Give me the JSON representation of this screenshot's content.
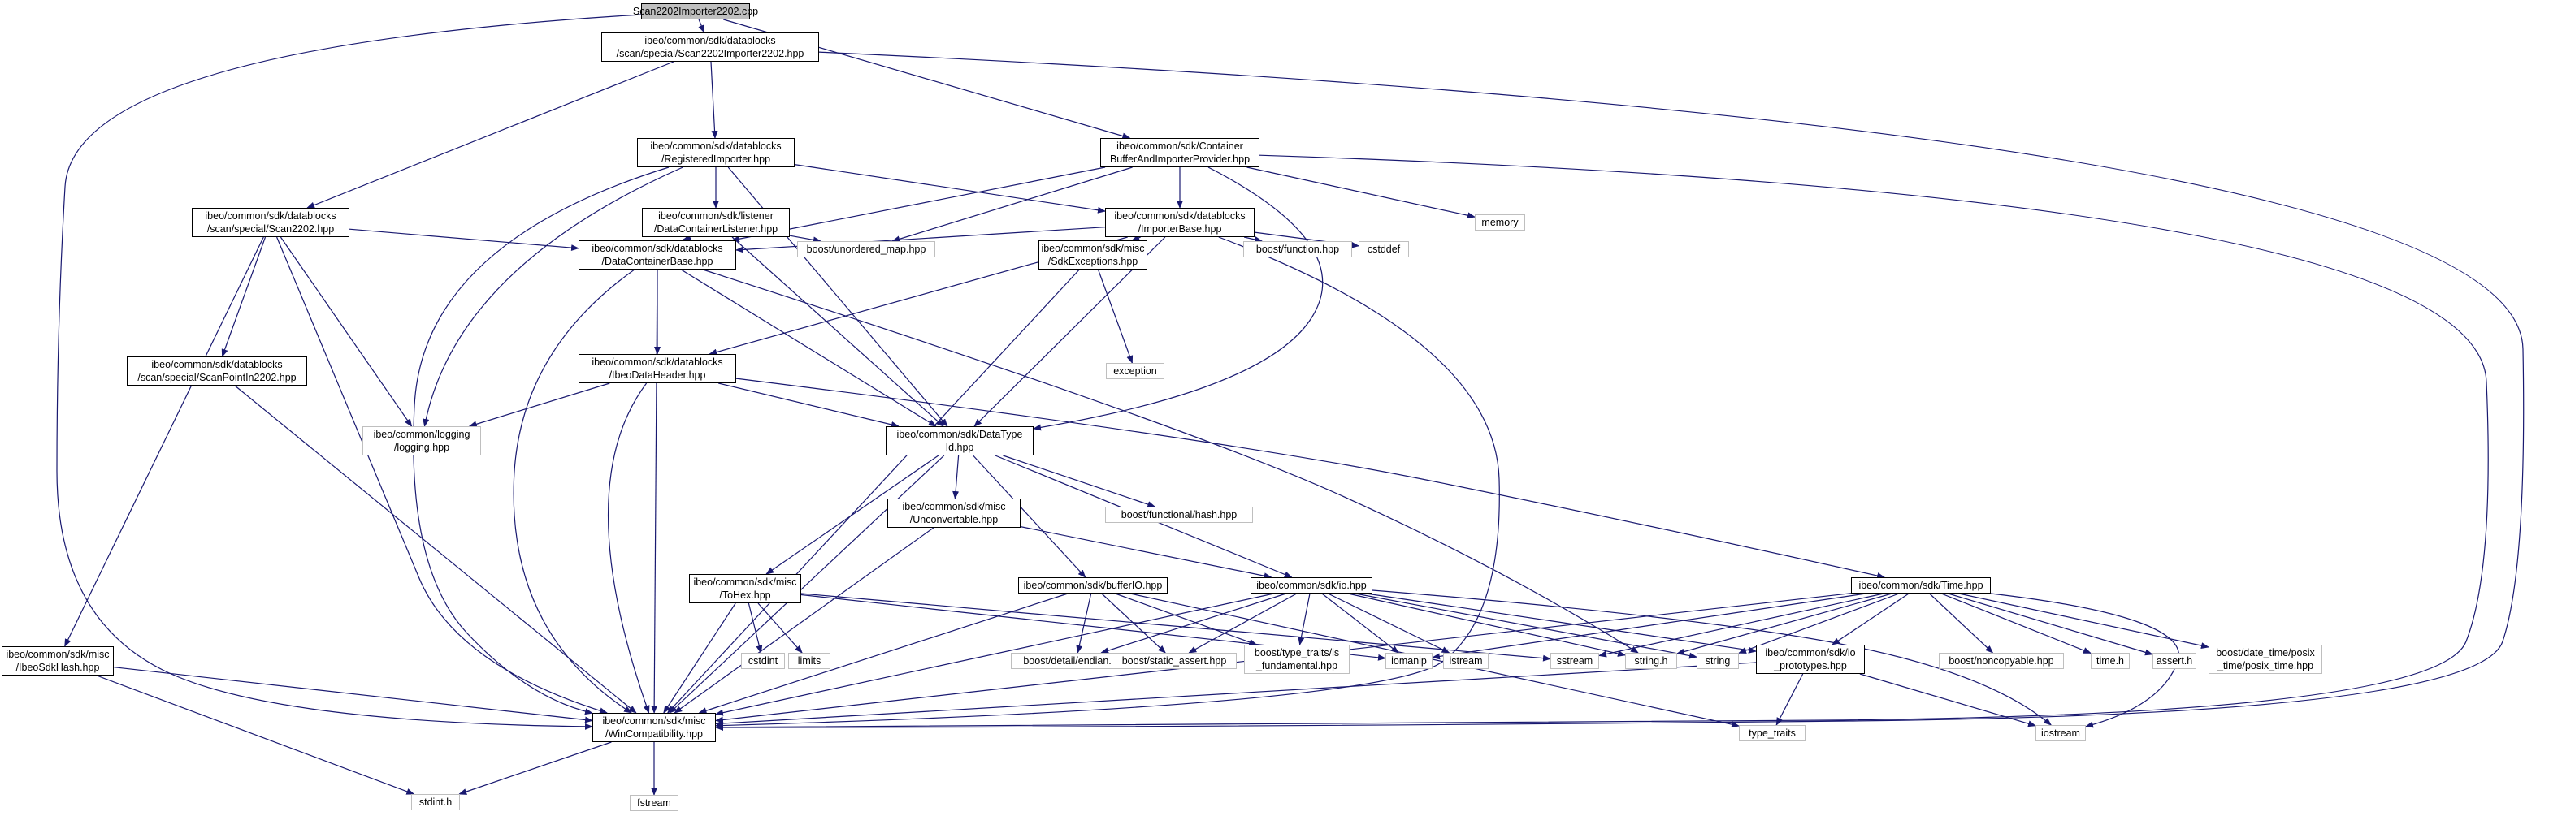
{
  "graph": {
    "colors": {
      "edge": "#191970",
      "node_border": "#000000",
      "external_border": "#bfbfbf",
      "root_fill": "#bfbfbf"
    },
    "nodes": [
      {
        "id": "root",
        "lines": [
          "Scan2202Importer2202.cpp"
        ],
        "kind": "root"
      },
      {
        "id": "scanimp",
        "lines": [
          "ibeo/common/sdk/datablocks",
          "/scan/special/Scan2202Importer2202.hpp"
        ],
        "kind": "local"
      },
      {
        "id": "regimp",
        "lines": [
          "ibeo/common/sdk/datablocks",
          "/RegisteredImporter.hpp"
        ],
        "kind": "local"
      },
      {
        "id": "contbuf",
        "lines": [
          "ibeo/common/sdk/Container",
          "BufferAndImporterProvider.hpp"
        ],
        "kind": "local"
      },
      {
        "id": "scan2202",
        "lines": [
          "ibeo/common/sdk/datablocks",
          "/scan/special/Scan2202.hpp"
        ],
        "kind": "local"
      },
      {
        "id": "dclistener",
        "lines": [
          "ibeo/common/sdk/listener",
          "/DataContainerListener.hpp"
        ],
        "kind": "local"
      },
      {
        "id": "impbase",
        "lines": [
          "ibeo/common/sdk/datablocks",
          "/ImporterBase.hpp"
        ],
        "kind": "local"
      },
      {
        "id": "memory",
        "lines": [
          "memory"
        ],
        "kind": "ext"
      },
      {
        "id": "dcbase",
        "lines": [
          "ibeo/common/sdk/datablocks",
          "/DataContainerBase.hpp"
        ],
        "kind": "local"
      },
      {
        "id": "unorderedmap",
        "lines": [
          "boost/unordered_map.hpp"
        ],
        "kind": "ext"
      },
      {
        "id": "sdkexc",
        "lines": [
          "ibeo/common/sdk/misc",
          "/SdkExceptions.hpp"
        ],
        "kind": "local"
      },
      {
        "id": "boostfunc",
        "lines": [
          "boost/function.hpp"
        ],
        "kind": "ext"
      },
      {
        "id": "cstddef",
        "lines": [
          "cstddef"
        ],
        "kind": "ext"
      },
      {
        "id": "scanpoint",
        "lines": [
          "ibeo/common/sdk/datablocks",
          "/scan/special/ScanPointIn2202.hpp"
        ],
        "kind": "local"
      },
      {
        "id": "ibeodh",
        "lines": [
          "ibeo/common/sdk/datablocks",
          "/IbeoDataHeader.hpp"
        ],
        "kind": "local"
      },
      {
        "id": "exception",
        "lines": [
          "exception"
        ],
        "kind": "ext"
      },
      {
        "id": "logging",
        "lines": [
          "ibeo/common/logging",
          "/logging.hpp"
        ],
        "kind": "ext"
      },
      {
        "id": "datatypeid",
        "lines": [
          "ibeo/common/sdk/DataType",
          "Id.hpp"
        ],
        "kind": "local"
      },
      {
        "id": "funchash",
        "lines": [
          "boost/functional/hash.hpp"
        ],
        "kind": "ext"
      },
      {
        "id": "unconv",
        "lines": [
          "ibeo/common/sdk/misc",
          "/Unconvertable.hpp"
        ],
        "kind": "local"
      },
      {
        "id": "tohex",
        "lines": [
          "ibeo/common/sdk/misc",
          "/ToHex.hpp"
        ],
        "kind": "local"
      },
      {
        "id": "bufferio",
        "lines": [
          "ibeo/common/sdk/bufferIO.hpp"
        ],
        "kind": "local"
      },
      {
        "id": "io",
        "lines": [
          "ibeo/common/sdk/io.hpp"
        ],
        "kind": "local"
      },
      {
        "id": "timehpp",
        "lines": [
          "ibeo/common/sdk/Time.hpp"
        ],
        "kind": "local"
      },
      {
        "id": "cstdint",
        "lines": [
          "cstdint"
        ],
        "kind": "ext"
      },
      {
        "id": "limits",
        "lines": [
          "limits"
        ],
        "kind": "ext"
      },
      {
        "id": "endian",
        "lines": [
          "boost/detail/endian.hpp"
        ],
        "kind": "ext"
      },
      {
        "id": "staticassert",
        "lines": [
          "boost/static_assert.hpp"
        ],
        "kind": "ext"
      },
      {
        "id": "isfund",
        "lines": [
          "boost/type_traits/is",
          "_fundamental.hpp"
        ],
        "kind": "ext"
      },
      {
        "id": "iomanip",
        "lines": [
          "iomanip"
        ],
        "kind": "ext"
      },
      {
        "id": "istream",
        "lines": [
          "istream"
        ],
        "kind": "ext"
      },
      {
        "id": "sstream",
        "lines": [
          "sstream"
        ],
        "kind": "ext"
      },
      {
        "id": "stringh",
        "lines": [
          "string.h"
        ],
        "kind": "ext"
      },
      {
        "id": "string",
        "lines": [
          "string"
        ],
        "kind": "ext"
      },
      {
        "id": "ioproto",
        "lines": [
          "ibeo/common/sdk/io",
          "_prototypes.hpp"
        ],
        "kind": "local"
      },
      {
        "id": "noncopy",
        "lines": [
          "boost/noncopyable.hpp"
        ],
        "kind": "ext"
      },
      {
        "id": "timeh",
        "lines": [
          "time.h"
        ],
        "kind": "ext"
      },
      {
        "id": "asserth",
        "lines": [
          "assert.h"
        ],
        "kind": "ext"
      },
      {
        "id": "posixtime",
        "lines": [
          "boost/date_time/posix",
          "_time/posix_time.hpp"
        ],
        "kind": "ext"
      },
      {
        "id": "sdkhash",
        "lines": [
          "ibeo/common/sdk/misc",
          "/IbeoSdkHash.hpp"
        ],
        "kind": "local"
      },
      {
        "id": "wincompat",
        "lines": [
          "ibeo/common/sdk/misc",
          "/WinCompatibility.hpp"
        ],
        "kind": "local"
      },
      {
        "id": "typetraits",
        "lines": [
          "type_traits"
        ],
        "kind": "ext"
      },
      {
        "id": "iostream",
        "lines": [
          "iostream"
        ],
        "kind": "ext"
      },
      {
        "id": "stdinth",
        "lines": [
          "stdint.h"
        ],
        "kind": "ext"
      },
      {
        "id": "fstream",
        "lines": [
          "fstream"
        ],
        "kind": "ext"
      }
    ],
    "edges": [
      [
        "root",
        "scanimp"
      ],
      [
        "root",
        "contbuf"
      ],
      [
        "root",
        "wincompat"
      ],
      [
        "scanimp",
        "regimp"
      ],
      [
        "scanimp",
        "scan2202"
      ],
      [
        "scanimp",
        "wincompat"
      ],
      [
        "regimp",
        "dclistener"
      ],
      [
        "regimp",
        "impbase"
      ],
      [
        "regimp",
        "logging"
      ],
      [
        "regimp",
        "datatypeid"
      ],
      [
        "regimp",
        "wincompat"
      ],
      [
        "contbuf",
        "impbase"
      ],
      [
        "contbuf",
        "dcbase"
      ],
      [
        "contbuf",
        "memory"
      ],
      [
        "contbuf",
        "unorderedmap"
      ],
      [
        "contbuf",
        "datatypeid"
      ],
      [
        "contbuf",
        "wincompat"
      ],
      [
        "scan2202",
        "dcbase"
      ],
      [
        "scan2202",
        "scanpoint"
      ],
      [
        "scan2202",
        "logging"
      ],
      [
        "scan2202",
        "sdkhash"
      ],
      [
        "scan2202",
        "wincompat"
      ],
      [
        "dclistener",
        "dcbase"
      ],
      [
        "dclistener",
        "unorderedmap"
      ],
      [
        "dclistener",
        "datatypeid"
      ],
      [
        "dclistener",
        "wincompat"
      ],
      [
        "impbase",
        "dcbase"
      ],
      [
        "impbase",
        "ibeodh"
      ],
      [
        "impbase",
        "sdkexc"
      ],
      [
        "impbase",
        "boostfunc"
      ],
      [
        "impbase",
        "cstddef"
      ],
      [
        "impbase",
        "datatypeid"
      ],
      [
        "impbase",
        "wincompat"
      ],
      [
        "dcbase",
        "ibeodh"
      ],
      [
        "dcbase",
        "datatypeid"
      ],
      [
        "dcbase",
        "wincompat"
      ],
      [
        "dcbase",
        "stringh"
      ],
      [
        "sdkexc",
        "exception"
      ],
      [
        "sdkexc",
        "wincompat"
      ],
      [
        "scanpoint",
        "wincompat"
      ],
      [
        "ibeodh",
        "logging"
      ],
      [
        "ibeodh",
        "datatypeid"
      ],
      [
        "ibeodh",
        "timehpp"
      ],
      [
        "ibeodh",
        "wincompat"
      ],
      [
        "datatypeid",
        "funchash"
      ],
      [
        "datatypeid",
        "unconv"
      ],
      [
        "datatypeid",
        "tohex"
      ],
      [
        "datatypeid",
        "bufferio"
      ],
      [
        "datatypeid",
        "io"
      ],
      [
        "datatypeid",
        "wincompat"
      ],
      [
        "unconv",
        "io"
      ],
      [
        "unconv",
        "wincompat"
      ],
      [
        "tohex",
        "cstdint"
      ],
      [
        "tohex",
        "limits"
      ],
      [
        "tohex",
        "iomanip"
      ],
      [
        "tohex",
        "sstream"
      ],
      [
        "tohex",
        "wincompat"
      ],
      [
        "bufferio",
        "endian"
      ],
      [
        "bufferio",
        "staticassert"
      ],
      [
        "bufferio",
        "isfund"
      ],
      [
        "bufferio",
        "typetraits"
      ],
      [
        "bufferio",
        "wincompat"
      ],
      [
        "io",
        "endian"
      ],
      [
        "io",
        "staticassert"
      ],
      [
        "io",
        "isfund"
      ],
      [
        "io",
        "iomanip"
      ],
      [
        "io",
        "istream"
      ],
      [
        "io",
        "stringh"
      ],
      [
        "io",
        "string"
      ],
      [
        "io",
        "ioproto"
      ],
      [
        "io",
        "iostream"
      ],
      [
        "io",
        "wincompat"
      ],
      [
        "timehpp",
        "iomanip"
      ],
      [
        "timehpp",
        "sstream"
      ],
      [
        "timehpp",
        "stringh"
      ],
      [
        "timehpp",
        "string"
      ],
      [
        "timehpp",
        "ioproto"
      ],
      [
        "timehpp",
        "noncopy"
      ],
      [
        "timehpp",
        "timeh"
      ],
      [
        "timehpp",
        "asserth"
      ],
      [
        "timehpp",
        "posixtime"
      ],
      [
        "timehpp",
        "iostream"
      ],
      [
        "timehpp",
        "wincompat"
      ],
      [
        "ioproto",
        "typetraits"
      ],
      [
        "ioproto",
        "iostream"
      ],
      [
        "ioproto",
        "wincompat"
      ],
      [
        "sdkhash",
        "stdinth"
      ],
      [
        "sdkhash",
        "wincompat"
      ],
      [
        "wincompat",
        "stdinth"
      ],
      [
        "wincompat",
        "fstream"
      ]
    ]
  }
}
